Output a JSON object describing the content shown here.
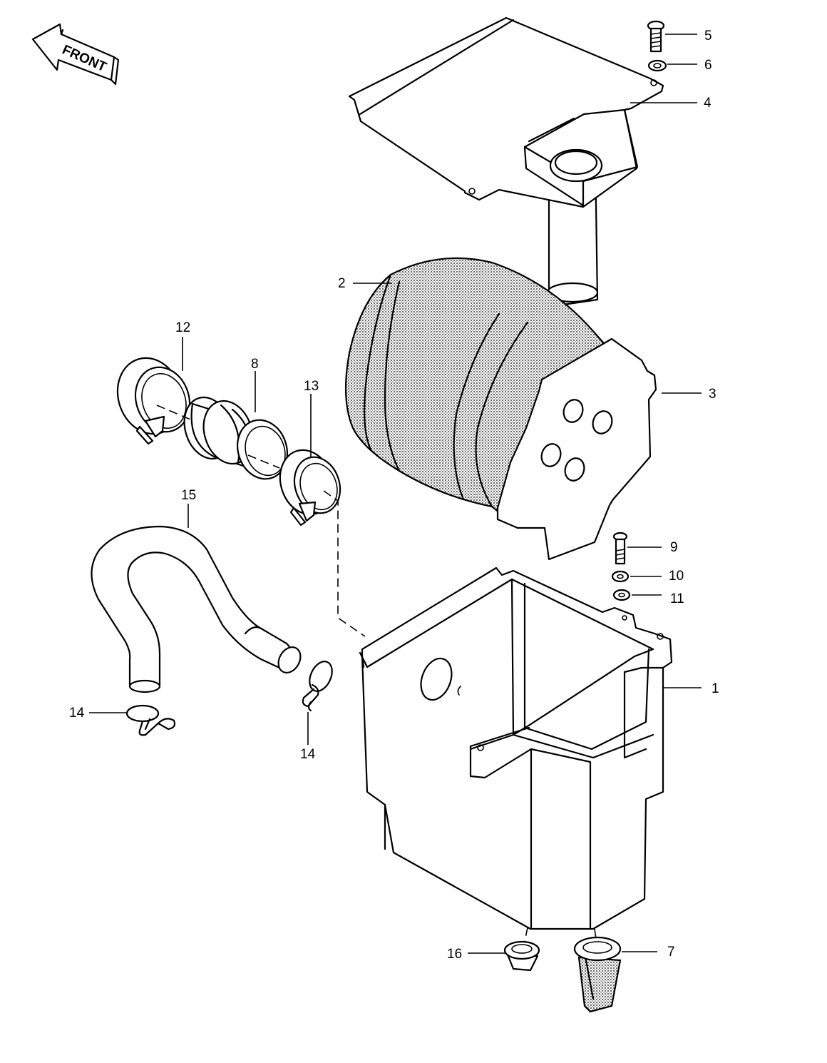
{
  "orientation": {
    "label": "FRONT",
    "icon": "front-arrow-icon"
  },
  "callouts": [
    {
      "number": "1",
      "part": "air-cleaner-case"
    },
    {
      "number": "2",
      "part": "air-filter-element"
    },
    {
      "number": "3",
      "part": "element-end-plate"
    },
    {
      "number": "4",
      "part": "air-cleaner-cover"
    },
    {
      "number": "5",
      "part": "cover-screw"
    },
    {
      "number": "6",
      "part": "cover-washer"
    },
    {
      "number": "7",
      "part": "drain-cap"
    },
    {
      "number": "8",
      "part": "intake-duct"
    },
    {
      "number": "9",
      "part": "case-bolt"
    },
    {
      "number": "10",
      "part": "lock-washer"
    },
    {
      "number": "11",
      "part": "flat-washer"
    },
    {
      "number": "12",
      "part": "hose-clamp-carburetor-side"
    },
    {
      "number": "13",
      "part": "hose-clamp-case-side"
    },
    {
      "number": "14",
      "part": "breather-hose-clip"
    },
    {
      "number": "15",
      "part": "breather-hose"
    },
    {
      "number": "16",
      "part": "drain-plug"
    }
  ],
  "colors": {
    "line": "#000000",
    "background": "#ffffff",
    "mesh": "#000000"
  }
}
